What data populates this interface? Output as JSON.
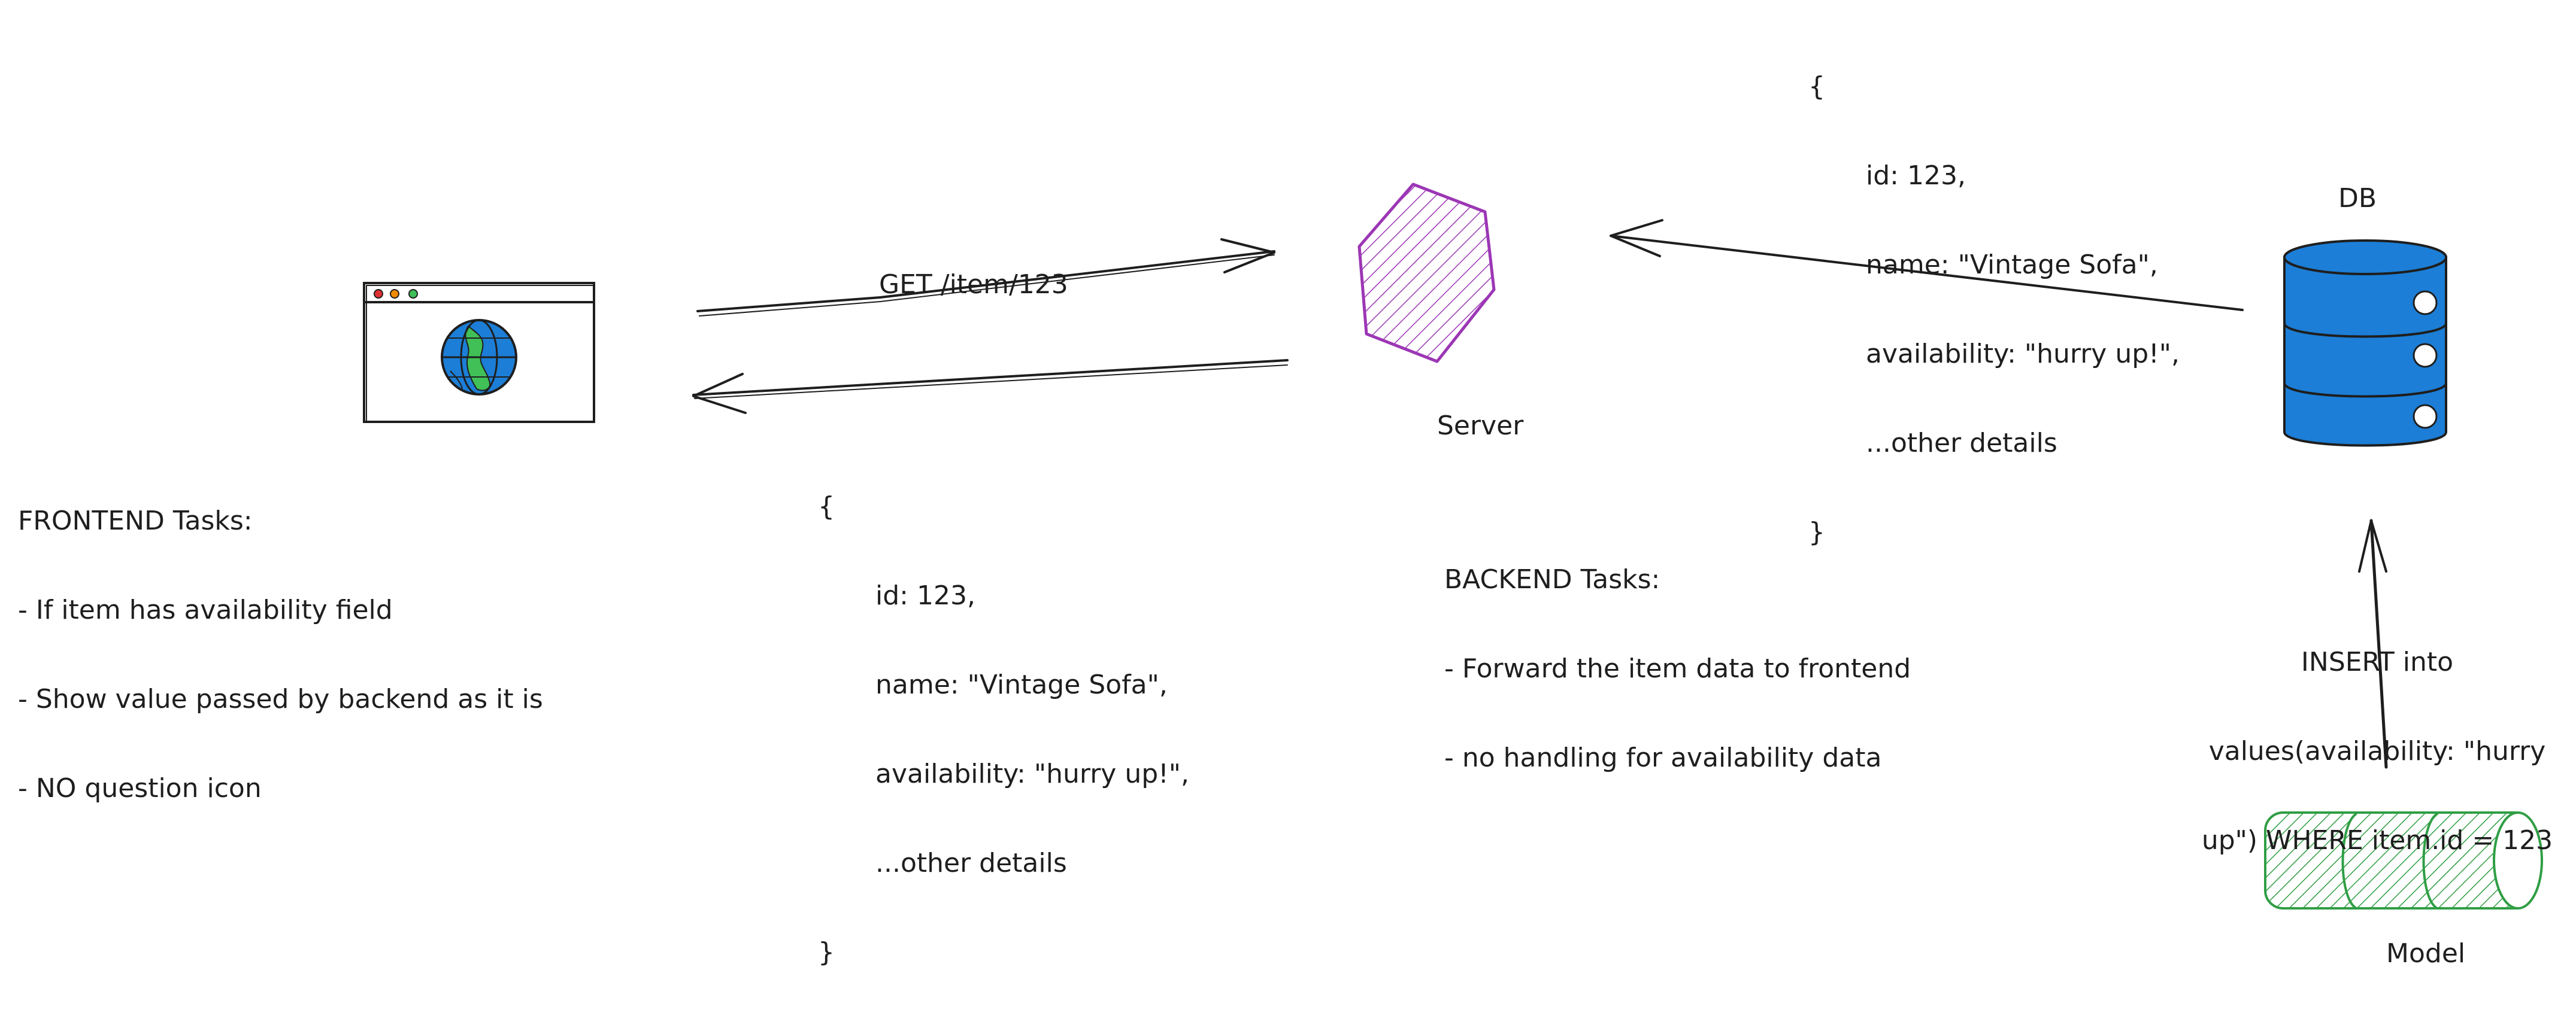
{
  "nodes": {
    "server_label": "Server",
    "db_label": "DB",
    "model_label": "Model"
  },
  "edges": {
    "request_label": "GET /item/123",
    "insert_label_lines": [
      "INSERT into",
      "values(availability: \"hurry",
      "up\") WHERE item.id = 123"
    ]
  },
  "payloads": {
    "db_to_server": [
      "{",
      "id: 123,",
      "name: \"Vintage Sofa\",",
      "availability: \"hurry up!\",",
      "...other details",
      "}"
    ],
    "server_to_frontend": [
      "{",
      "id: 123,",
      "name: \"Vintage Sofa\",",
      "availability: \"hurry up!\",",
      "...other details",
      "}"
    ]
  },
  "notes": {
    "frontend": [
      "FRONTEND Tasks:",
      "- If item has availability field",
      "- Show value passed by backend as it is",
      "- NO question icon"
    ],
    "backend": [
      "BACKEND Tasks:",
      "- Forward the item data to frontend",
      "- no handling for availability data"
    ]
  },
  "colors": {
    "stroke": "#1e1e1e",
    "server": "#9c36b5",
    "db_fill": "#1c7ed6",
    "model": "#2f9e44",
    "globe_blue": "#1c7ed6",
    "globe_green": "#40c057",
    "dot_red": "#e03131",
    "dot_orange": "#f08c00",
    "dot_green": "#2f9e44"
  }
}
